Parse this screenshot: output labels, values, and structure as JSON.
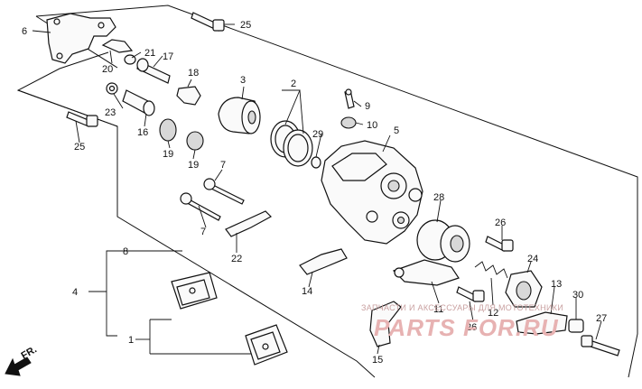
{
  "diagram": {
    "callouts": [
      "6",
      "25",
      "21",
      "17",
      "20",
      "18",
      "3",
      "2",
      "9",
      "10",
      "5",
      "23",
      "16",
      "19",
      "19",
      "29",
      "7",
      "7",
      "28",
      "26",
      "22",
      "24",
      "14",
      "13",
      "30",
      "27",
      "11",
      "26",
      "12",
      "15",
      "8",
      "4",
      "1",
      "25"
    ],
    "direction_label": "FR.",
    "watermark": {
      "caption": "ЗАПЧАСТИ И АКСЕССУАРЫ ДЛЯ МОТОТЕХНИКИ",
      "logo_text": "PARTS FOR.RU"
    }
  }
}
